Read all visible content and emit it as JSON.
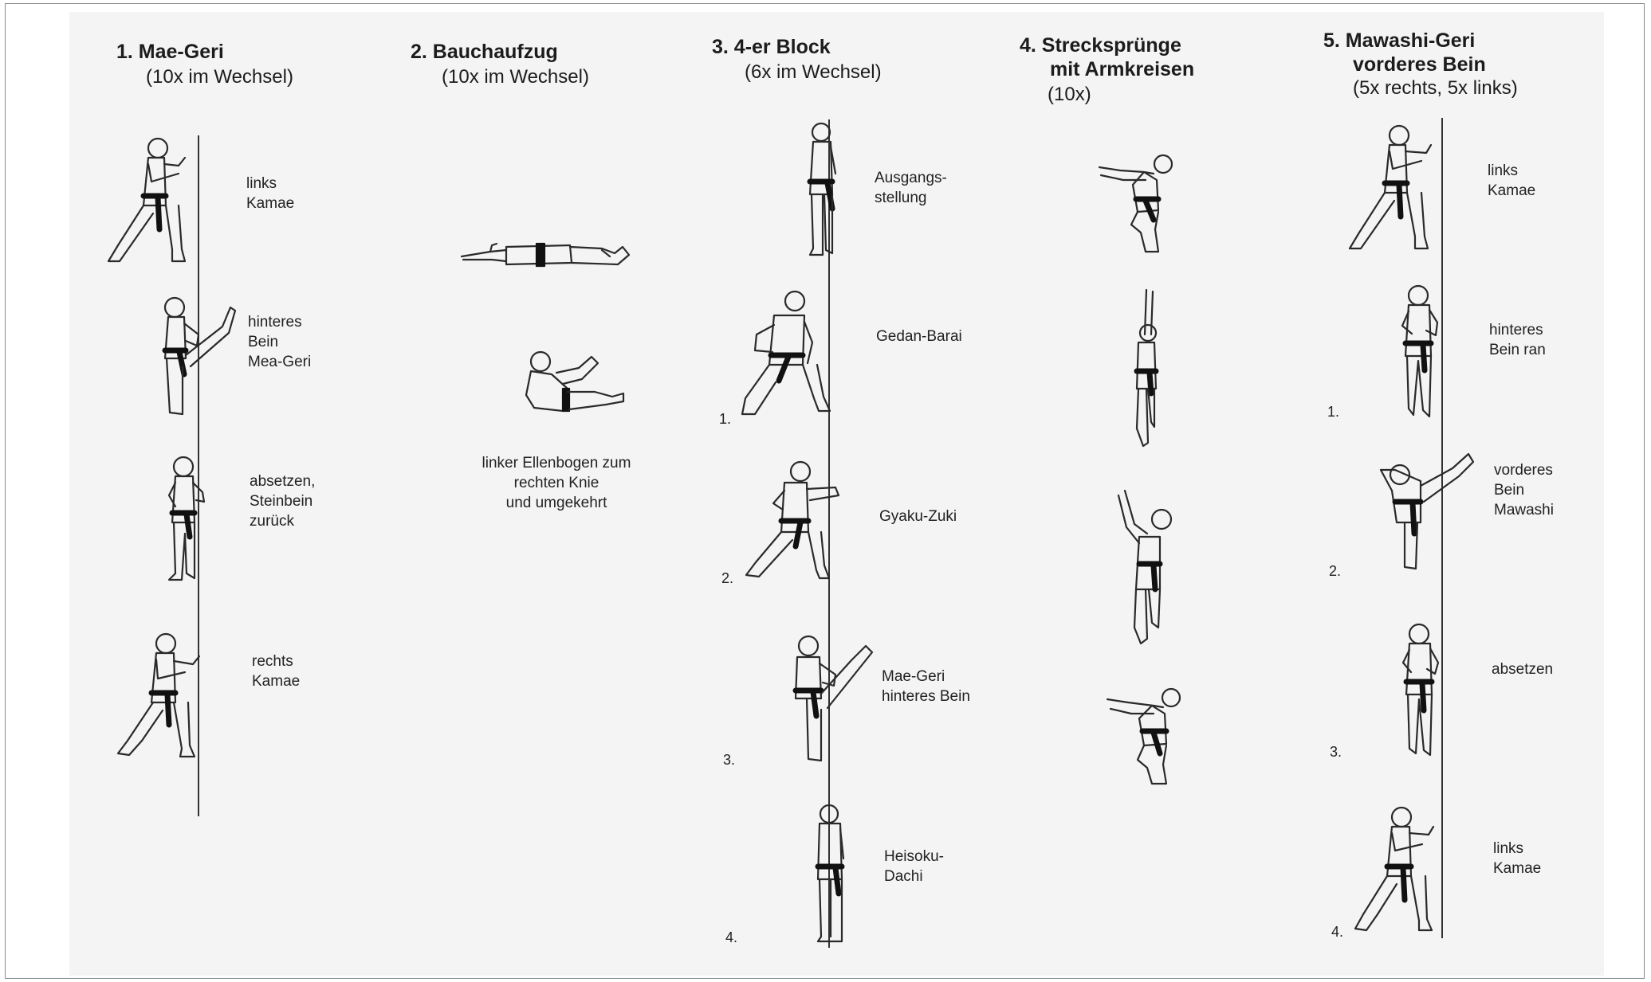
{
  "exercises": [
    {
      "title": "1.  Mae-Geri",
      "subtitle": "(10x im Wechsel)",
      "captions": [
        [
          "links",
          "Kamae"
        ],
        [
          "hinteres",
          "Bein",
          "Mea-Geri"
        ],
        [
          "absetzen,",
          "Steinbein",
          "zurück"
        ],
        [
          "rechts",
          "Kamae"
        ]
      ]
    },
    {
      "title": "2.  Bauchaufzug",
      "subtitle": "(10x im Wechsel)",
      "captions": [
        [
          "linker Ellenbogen zum",
          "rechten Knie",
          "und umgekehrt"
        ]
      ]
    },
    {
      "title": "3.  4-er Block",
      "subtitle": "(6x im Wechsel)",
      "captions": [
        [
          "Ausgangs-",
          "stellung"
        ],
        [
          "Gedan-Barai"
        ],
        [
          "Gyaku-Zuki"
        ],
        [
          "Mae-Geri",
          "hinteres Bein"
        ],
        [
          "Heisoku-",
          "Dachi"
        ]
      ],
      "steps": [
        "1.",
        "2.",
        "3.",
        "4."
      ]
    },
    {
      "title": "4.  Strecksprünge",
      "title2": "mit Armkreisen",
      "subtitle": "(10x)"
    },
    {
      "title": "5.  Mawashi-Geri",
      "title2": "vorderes Bein",
      "subtitle": "(5x rechts, 5x links)",
      "captions": [
        [
          "links",
          "Kamae"
        ],
        [
          "hinteres",
          "Bein ran"
        ],
        [
          "vorderes",
          "Bein",
          "Mawashi"
        ],
        [
          "absetzen"
        ],
        [
          "links",
          "Kamae"
        ]
      ],
      "steps": [
        "1.",
        "2.",
        "3.",
        "4."
      ]
    }
  ],
  "figure_icons": [
    "karate-stance-icon",
    "karate-kick-icon",
    "karate-block-icon",
    "karate-punch-icon",
    "lying-figure-icon",
    "crunch-figure-icon",
    "jump-figure-icon"
  ]
}
